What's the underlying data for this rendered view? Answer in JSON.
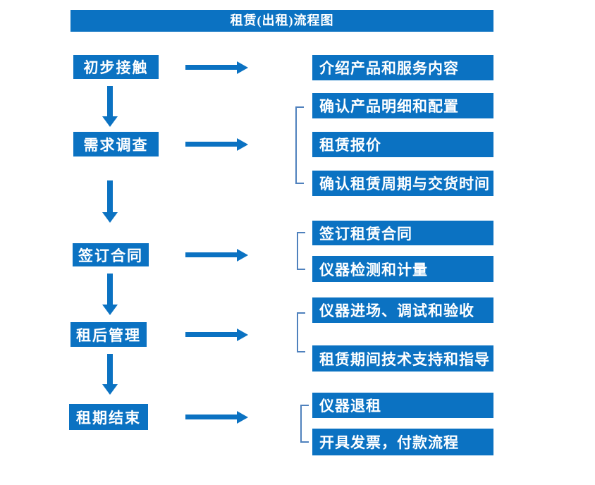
{
  "title": "租赁(出租)流程图",
  "steps": [
    {
      "label": "初步接触"
    },
    {
      "label": "需求调查"
    },
    {
      "label": "签订合同"
    },
    {
      "label": "租后管理"
    },
    {
      "label": "租期结束"
    }
  ],
  "details": [
    {
      "label": "介绍产品和服务内容"
    },
    {
      "label": "确认产品明细和配置"
    },
    {
      "label": "租赁报价"
    },
    {
      "label": "确认租赁周期与交货时间"
    },
    {
      "label": "签订租赁合同"
    },
    {
      "label": "仪器检测和计量"
    },
    {
      "label": "仪器进场、调试和验收"
    },
    {
      "label": "租赁期间技术支持和指导"
    },
    {
      "label": "仪器退租"
    },
    {
      "label": "开具发票，付款流程"
    }
  ],
  "colors": {
    "box_blue": "#0b72c2",
    "bracket_blue": "#4f81bd",
    "text_white": "#ffffff"
  }
}
